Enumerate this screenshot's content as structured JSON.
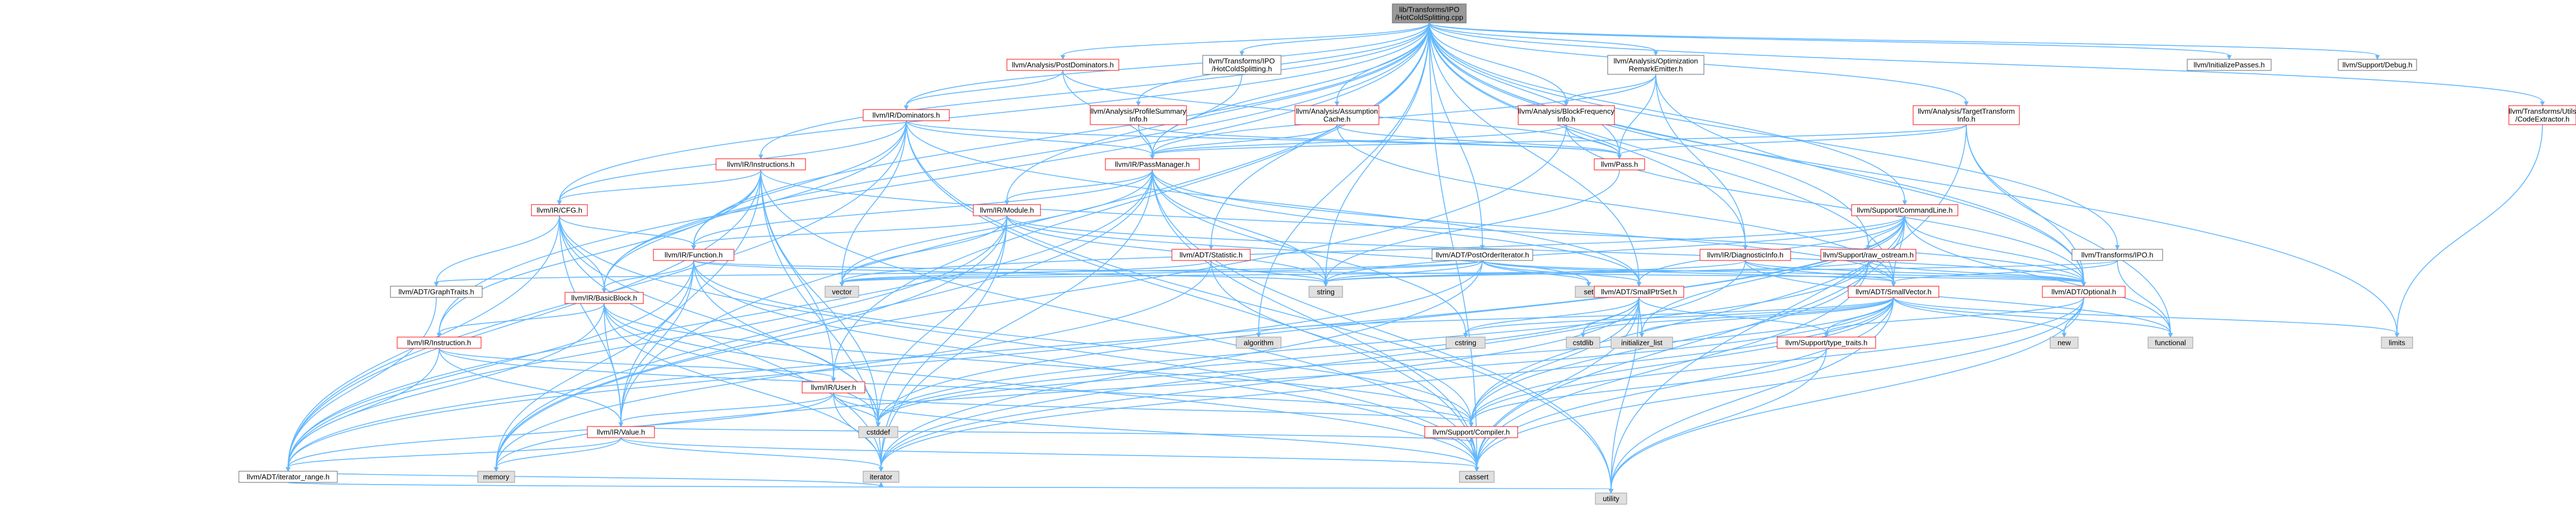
{
  "diagram": {
    "nodes": [
      {
        "id": "root",
        "lines": [
          "lib/Transforms/IPO",
          "/HotColdSplitting.cpp"
        ],
        "kind": "root"
      },
      {
        "id": "post_dom",
        "lines": [
          "llvm/Analysis/PostDominators.h"
        ],
        "kind": "red"
      },
      {
        "id": "tipo_hcs",
        "lines": [
          "llvm/Transforms/IPO",
          "/HotColdSplitting.h"
        ],
        "kind": "black"
      },
      {
        "id": "opt_remark",
        "lines": [
          "llvm/Analysis/Optimization",
          "RemarkEmitter.h"
        ],
        "kind": "black"
      },
      {
        "id": "init_passes",
        "lines": [
          "llvm/InitializePasses.h"
        ],
        "kind": "black"
      },
      {
        "id": "debug_h",
        "lines": [
          "llvm/Support/Debug.h"
        ],
        "kind": "black"
      },
      {
        "id": "dominators",
        "lines": [
          "llvm/IR/Dominators.h"
        ],
        "kind": "red"
      },
      {
        "id": "profile_summary",
        "lines": [
          "llvm/Analysis/ProfileSummary",
          "Info.h"
        ],
        "kind": "red"
      },
      {
        "id": "assumption_cache",
        "lines": [
          "llvm/Analysis/Assumption",
          "Cache.h"
        ],
        "kind": "red"
      },
      {
        "id": "block_freq",
        "lines": [
          "llvm/Analysis/BlockFrequency",
          "Info.h"
        ],
        "kind": "red"
      },
      {
        "id": "target_transform",
        "lines": [
          "llvm/Analysis/TargetTransform",
          "Info.h"
        ],
        "kind": "red"
      },
      {
        "id": "code_extractor",
        "lines": [
          "llvm/Transforms/Utils",
          "/CodeExtractor.h"
        ],
        "kind": "red"
      },
      {
        "id": "instructions",
        "lines": [
          "llvm/IR/Instructions.h"
        ],
        "kind": "red"
      },
      {
        "id": "pass_manager",
        "lines": [
          "llvm/IR/PassManager.h"
        ],
        "kind": "red"
      },
      {
        "id": "pass_h",
        "lines": [
          "llvm/Pass.h"
        ],
        "kind": "red"
      },
      {
        "id": "command_line",
        "lines": [
          "llvm/Support/CommandLine.h"
        ],
        "kind": "red"
      },
      {
        "id": "cfg",
        "lines": [
          "llvm/IR/CFG.h"
        ],
        "kind": "red"
      },
      {
        "id": "module",
        "lines": [
          "llvm/IR/Module.h"
        ],
        "kind": "red"
      },
      {
        "id": "statistic",
        "lines": [
          "llvm/ADT/Statistic.h"
        ],
        "kind": "red"
      },
      {
        "id": "post_order",
        "lines": [
          "llvm/ADT/PostOrderIterator.h"
        ],
        "kind": "black"
      },
      {
        "id": "diag_info",
        "lines": [
          "llvm/IR/DiagnosticInfo.h"
        ],
        "kind": "red"
      },
      {
        "id": "raw_ostream",
        "lines": [
          "llvm/Support/raw_ostream.h"
        ],
        "kind": "red"
      },
      {
        "id": "tipo_ipo",
        "lines": [
          "llvm/Transforms/IPO.h"
        ],
        "kind": "black"
      },
      {
        "id": "function",
        "lines": [
          "llvm/IR/Function.h"
        ],
        "kind": "red"
      },
      {
        "id": "graph_traits",
        "lines": [
          "llvm/ADT/GraphTraits.h"
        ],
        "kind": "black"
      },
      {
        "id": "basic_block",
        "lines": [
          "llvm/IR/BasicBlock.h"
        ],
        "kind": "red"
      },
      {
        "id": "vector",
        "lines": [
          "vector"
        ],
        "kind": "std"
      },
      {
        "id": "string",
        "lines": [
          "string"
        ],
        "kind": "std"
      },
      {
        "id": "set",
        "lines": [
          "set"
        ],
        "kind": "std"
      },
      {
        "id": "small_ptr_set",
        "lines": [
          "llvm/ADT/SmallPtrSet.h"
        ],
        "kind": "red"
      },
      {
        "id": "small_vector",
        "lines": [
          "llvm/ADT/SmallVector.h"
        ],
        "kind": "red"
      },
      {
        "id": "optional",
        "lines": [
          "llvm/ADT/Optional.h"
        ],
        "kind": "red"
      },
      {
        "id": "instruction",
        "lines": [
          "llvm/IR/Instruction.h"
        ],
        "kind": "red"
      },
      {
        "id": "algorithm",
        "lines": [
          "algorithm"
        ],
        "kind": "std"
      },
      {
        "id": "cstring",
        "lines": [
          "cstring"
        ],
        "kind": "std"
      },
      {
        "id": "cstdlib",
        "lines": [
          "cstdlib"
        ],
        "kind": "std"
      },
      {
        "id": "initializer_list",
        "lines": [
          "initializer_list"
        ],
        "kind": "std"
      },
      {
        "id": "type_traits",
        "lines": [
          "llvm/Support/type_traits.h"
        ],
        "kind": "red"
      },
      {
        "id": "new_h",
        "lines": [
          "new"
        ],
        "kind": "std"
      },
      {
        "id": "functional",
        "lines": [
          "functional"
        ],
        "kind": "std"
      },
      {
        "id": "limits",
        "lines": [
          "limits"
        ],
        "kind": "std"
      },
      {
        "id": "user",
        "lines": [
          "llvm/IR/User.h"
        ],
        "kind": "red"
      },
      {
        "id": "value",
        "lines": [
          "llvm/IR/Value.h"
        ],
        "kind": "red"
      },
      {
        "id": "cstddef",
        "lines": [
          "cstddef"
        ],
        "kind": "std"
      },
      {
        "id": "compiler",
        "lines": [
          "llvm/Support/Compiler.h"
        ],
        "kind": "red"
      },
      {
        "id": "iterator_range",
        "lines": [
          "llvm/ADT/iterator_range.h"
        ],
        "kind": "black"
      },
      {
        "id": "memory",
        "lines": [
          "memory"
        ],
        "kind": "std"
      },
      {
        "id": "iterator",
        "lines": [
          "iterator"
        ],
        "kind": "std"
      },
      {
        "id": "cassert",
        "lines": [
          "cassert"
        ],
        "kind": "std"
      },
      {
        "id": "utility",
        "lines": [
          "utility"
        ],
        "kind": "std"
      }
    ]
  }
}
